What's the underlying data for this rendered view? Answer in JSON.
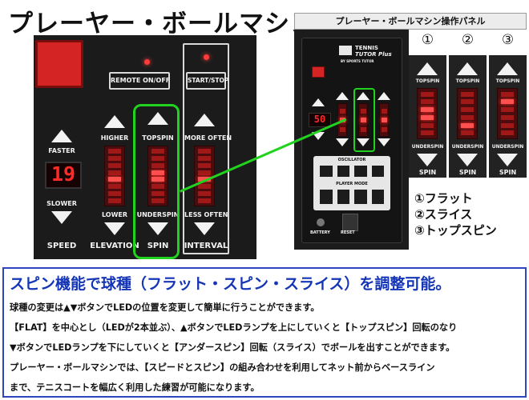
{
  "title": "プレーヤー・ボールマシン",
  "left_panel": {
    "remote_label": "REMOTE ON/OFF",
    "start_label": "START/STOP",
    "faster_label": "FASTER",
    "slower_label": "SLOWER",
    "speed_label": "SPEED",
    "speed_value": "19",
    "higher_label": "HIGHER",
    "lower_label": "LOWER",
    "elevation_label": "ELEVATION",
    "topspin_label": "TOPSPIN",
    "underspin_label": "UNDERSPIN",
    "spin_label": "SPIN",
    "more_often_label": "MORE OFTEN",
    "less_often_label": "LESS OFTEN",
    "interval_label": "INTERVAL"
  },
  "right_panel": {
    "title": "プレーヤー・ボールマシン操作パネル",
    "brand_line1": "TENNIS",
    "brand_line2": "TUTOR Plus",
    "brand_line3": "BY SPORTS TUTOR",
    "lcd_value": "50",
    "battery_label": "BATTERY",
    "reset_label": "RESET",
    "oscillator_label": "OSCILLATOR",
    "player_mode_label": "PLAYER MODE",
    "strips": [
      {
        "number": "①",
        "top_label": "TOPSPIN",
        "mid_label": "UNDERSPIN",
        "bottom_label": "SPIN"
      },
      {
        "number": "②",
        "top_label": "TOPSPIN",
        "mid_label": "UNDERSPIN",
        "bottom_label": "SPIN"
      },
      {
        "number": "③",
        "top_label": "TOPSPIN",
        "mid_label": "UNDERSPIN",
        "bottom_label": "SPIN"
      }
    ],
    "legend": [
      "①フラット",
      "②スライス",
      "③トップスピン"
    ]
  },
  "bottom": {
    "headline": "スピン機能で球種（フラット・スピン・スライス）を調整可能。",
    "lines": [
      "球種の変更は▲▼ボタンでLEDの位置を変更して簡単に行うことができます。",
      "【FLAT】を中心とし（LEDが2本並ぶ）、▲ボタンでLEDランプを上にしていくと【トップスピン】回転のなり",
      "▼ボタンでLEDランプを下にしていくと【アンダースピン】回転（スライス）でボールを出すことができます。",
      "プレーヤー・ボールマシンでは、【スピードとスピン】の組み合わせを利用してネット前からベースライン",
      "まで、テニスコートを幅広く利用した練習が可能になります。"
    ]
  },
  "colors": {
    "headline": "#1535b7",
    "frame": "#2d46c0",
    "highlight": "#21d21f",
    "led": "#ff3030"
  }
}
